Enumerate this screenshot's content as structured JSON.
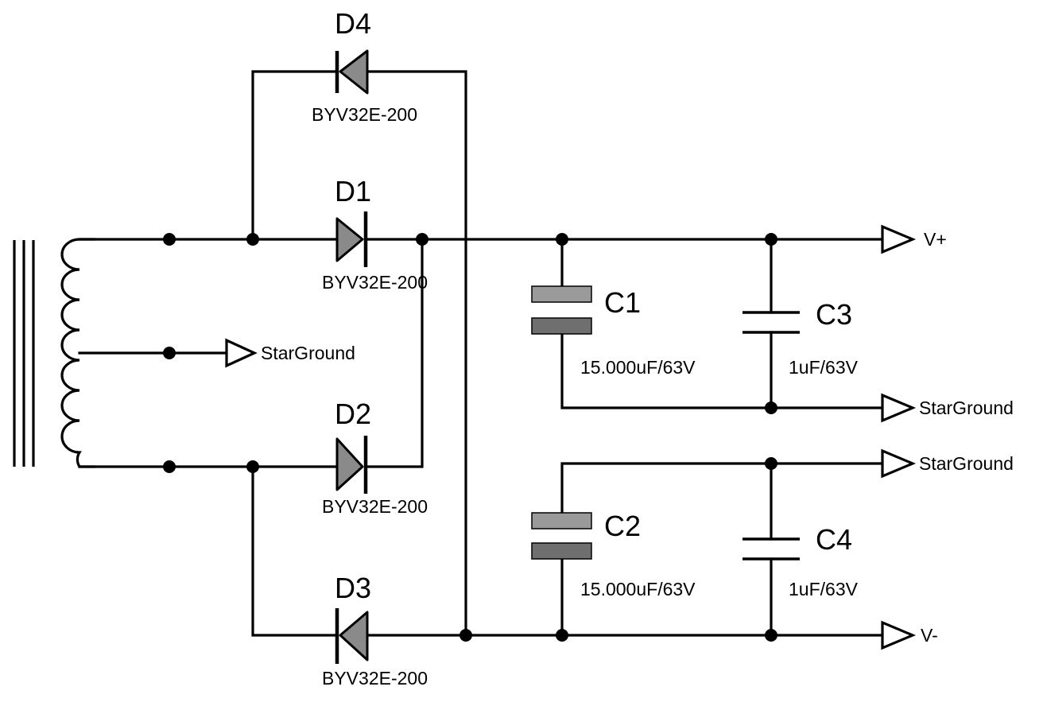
{
  "diodes": [
    {
      "ref": "D4",
      "part": "BYV32E-200"
    },
    {
      "ref": "D1",
      "part": "BYV32E-200"
    },
    {
      "ref": "D2",
      "part": "BYV32E-200"
    },
    {
      "ref": "D3",
      "part": "BYV32E-200"
    }
  ],
  "capacitors": [
    {
      "ref": "C1",
      "value": "15.000uF/63V"
    },
    {
      "ref": "C3",
      "value": "1uF/63V"
    },
    {
      "ref": "C2",
      "value": "15.000uF/63V"
    },
    {
      "ref": "C4",
      "value": "1uF/63V"
    }
  ],
  "nets": {
    "vplus": "V+",
    "vminus": "V-",
    "ground_transformer": "StarGround",
    "ground_top": "StarGround",
    "ground_bottom": "StarGround"
  }
}
